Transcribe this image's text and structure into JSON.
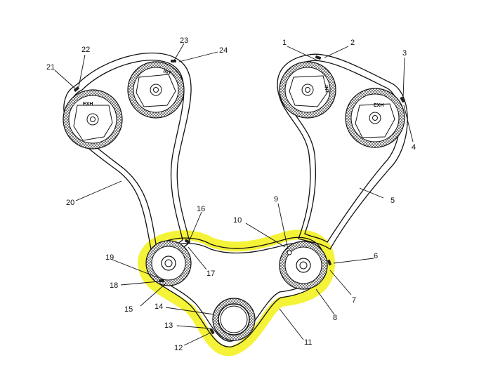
{
  "colors": {
    "ink": "#111111",
    "highlight": "#f4f222",
    "background": "#ffffff"
  },
  "sprocket_marks": {
    "left_intake": "INT",
    "left_exhaust": "EXH",
    "right_intake": "INT",
    "right_exhaust": "EXH"
  },
  "callouts": [
    "1",
    "2",
    "3",
    "4",
    "5",
    "6",
    "7",
    "8",
    "9",
    "10",
    "11",
    "12",
    "13",
    "14",
    "15",
    "16",
    "17",
    "18",
    "19",
    "20",
    "21",
    "22",
    "23",
    "24"
  ]
}
